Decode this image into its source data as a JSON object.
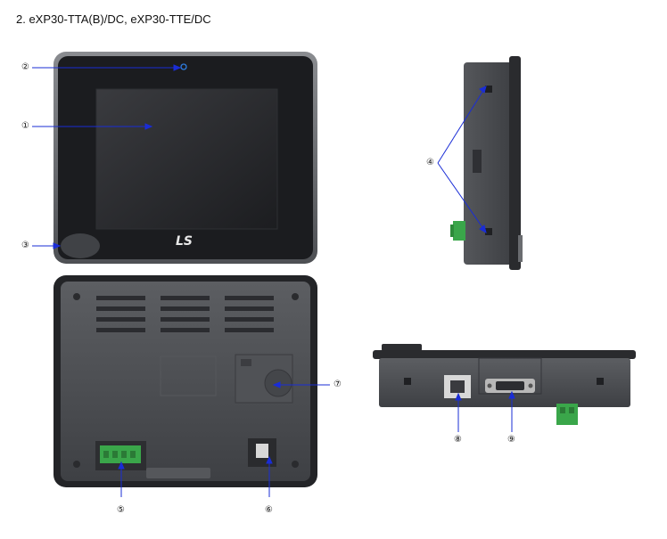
{
  "title": "2. eXP30-TTA(B)/DC, eXP30-TTE/DC",
  "brand": "LS",
  "callouts": {
    "c1": "①",
    "c2": "②",
    "c3": "③",
    "c4": "④",
    "c5": "⑤",
    "c6": "⑥",
    "c7": "⑦",
    "c8": "⑧",
    "c9": "⑨"
  },
  "colors": {
    "leader": "#1a2dd6",
    "bezel": "#1e1f22",
    "frame": "#6a6c70",
    "body": "#4a4c50",
    "terminal": "#3aa64a"
  }
}
